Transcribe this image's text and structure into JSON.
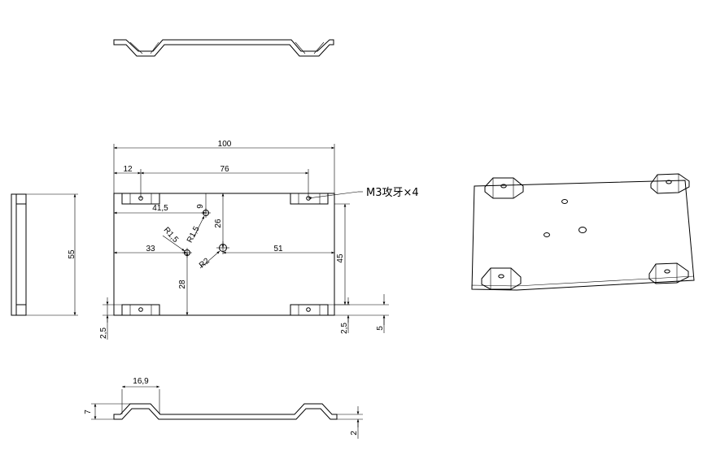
{
  "dims": {
    "overall_width": "100",
    "hole_pitch_x": "76",
    "hole_offset_left": "12",
    "hole_spec": "M3攻牙×4",
    "center_hole_x": "41,5",
    "center_hole_offset": "9",
    "vertical_26": "26",
    "radius_1": "R1,5",
    "radius_2": "R1,5",
    "radius_3": "R2",
    "left_33": "33",
    "right_51": "51",
    "vertical_28": "28",
    "vertical_45": "45",
    "height_55": "55",
    "edge_left": "2,5",
    "edge_right": "2,5",
    "flange_5": "5",
    "step_width": "16,9",
    "step_height": "7",
    "thickness": "2"
  }
}
